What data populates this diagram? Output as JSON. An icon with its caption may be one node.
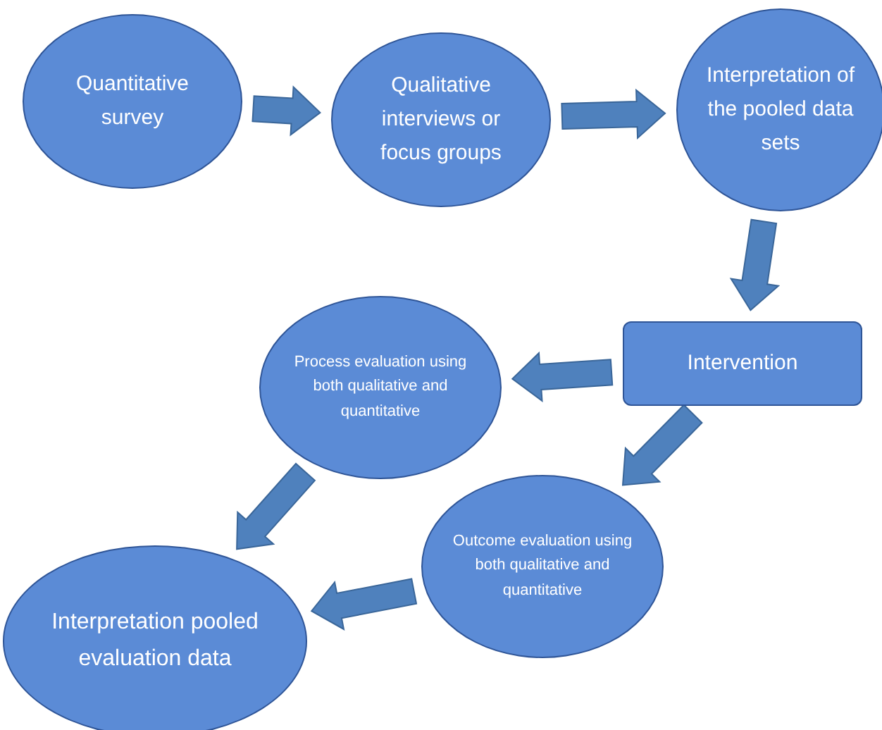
{
  "diagram": {
    "nodes": [
      {
        "text": [
          "Quantitative survey"
        ]
      },
      {
        "text": [
          "Qualitative interviews or focus groups"
        ]
      },
      {
        "text": [
          "Interpretation of the pooled data sets"
        ]
      },
      {
        "text": [
          "Intervention"
        ]
      },
      {
        "text": [
          "Process evaluation using both qualitative and quantitative"
        ]
      },
      {
        "text": [
          "Outcome evaluation using both qualitative and quantitative"
        ]
      },
      {
        "text": [
          "Interpretation pooled evaluation data"
        ]
      }
    ],
    "edges": [
      {
        "from": 0,
        "to": 1,
        "arrow": "to"
      },
      {
        "from": 1,
        "to": 2,
        "arrow": "to"
      },
      {
        "from": 2,
        "to": 3,
        "arrow": "to"
      },
      {
        "from": 3,
        "to": 4,
        "arrow": "to"
      },
      {
        "from": 3,
        "to": 5,
        "arrow": "to"
      },
      {
        "from": 4,
        "to": 6,
        "arrow": "to"
      },
      {
        "from": 5,
        "to": 6,
        "arrow": "to"
      }
    ]
  }
}
